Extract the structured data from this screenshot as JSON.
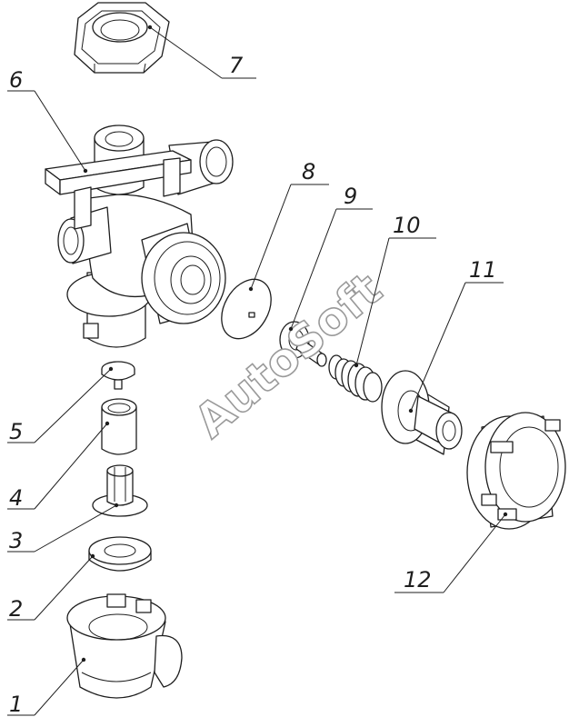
{
  "labels": [
    "1",
    "2",
    "3",
    "4",
    "5",
    "6",
    "7",
    "8",
    "9",
    "10",
    "11",
    "12"
  ],
  "watermark": "AutoSoft"
}
